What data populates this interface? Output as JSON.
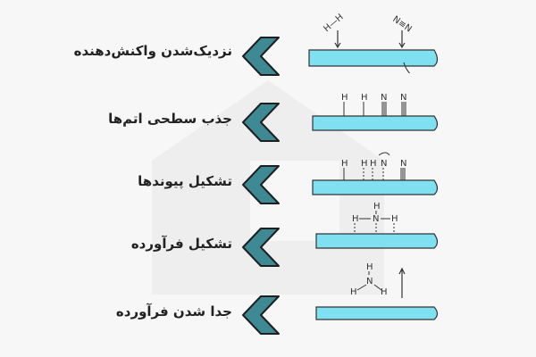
{
  "colors": {
    "background": "#f7f7f7",
    "chevron_fill": "#3d8a94",
    "chevron_border": "#1f1f1f",
    "surface": "#7fe0f2",
    "watermark": "#eeeeee",
    "line": "#333333"
  },
  "steps": [
    {
      "label": "نزدیک‌شدن واکنش‌دهنده",
      "molecules": {
        "h2": "H—H",
        "n2": "N≡N"
      }
    },
    {
      "label": "جذب سطحی اتم‌ها",
      "atoms": [
        "H",
        "H",
        "N",
        "N"
      ]
    },
    {
      "label": "تشکیل پیوندها",
      "atoms": [
        "H",
        "H",
        "H",
        "N",
        "N"
      ]
    },
    {
      "label": "تشکیل فرآورده",
      "atoms": [
        "H",
        "N",
        "H",
        "H"
      ]
    },
    {
      "label": "جدا شدن فرآورده",
      "atoms": [
        "H",
        "N",
        "H",
        "H"
      ]
    }
  ]
}
